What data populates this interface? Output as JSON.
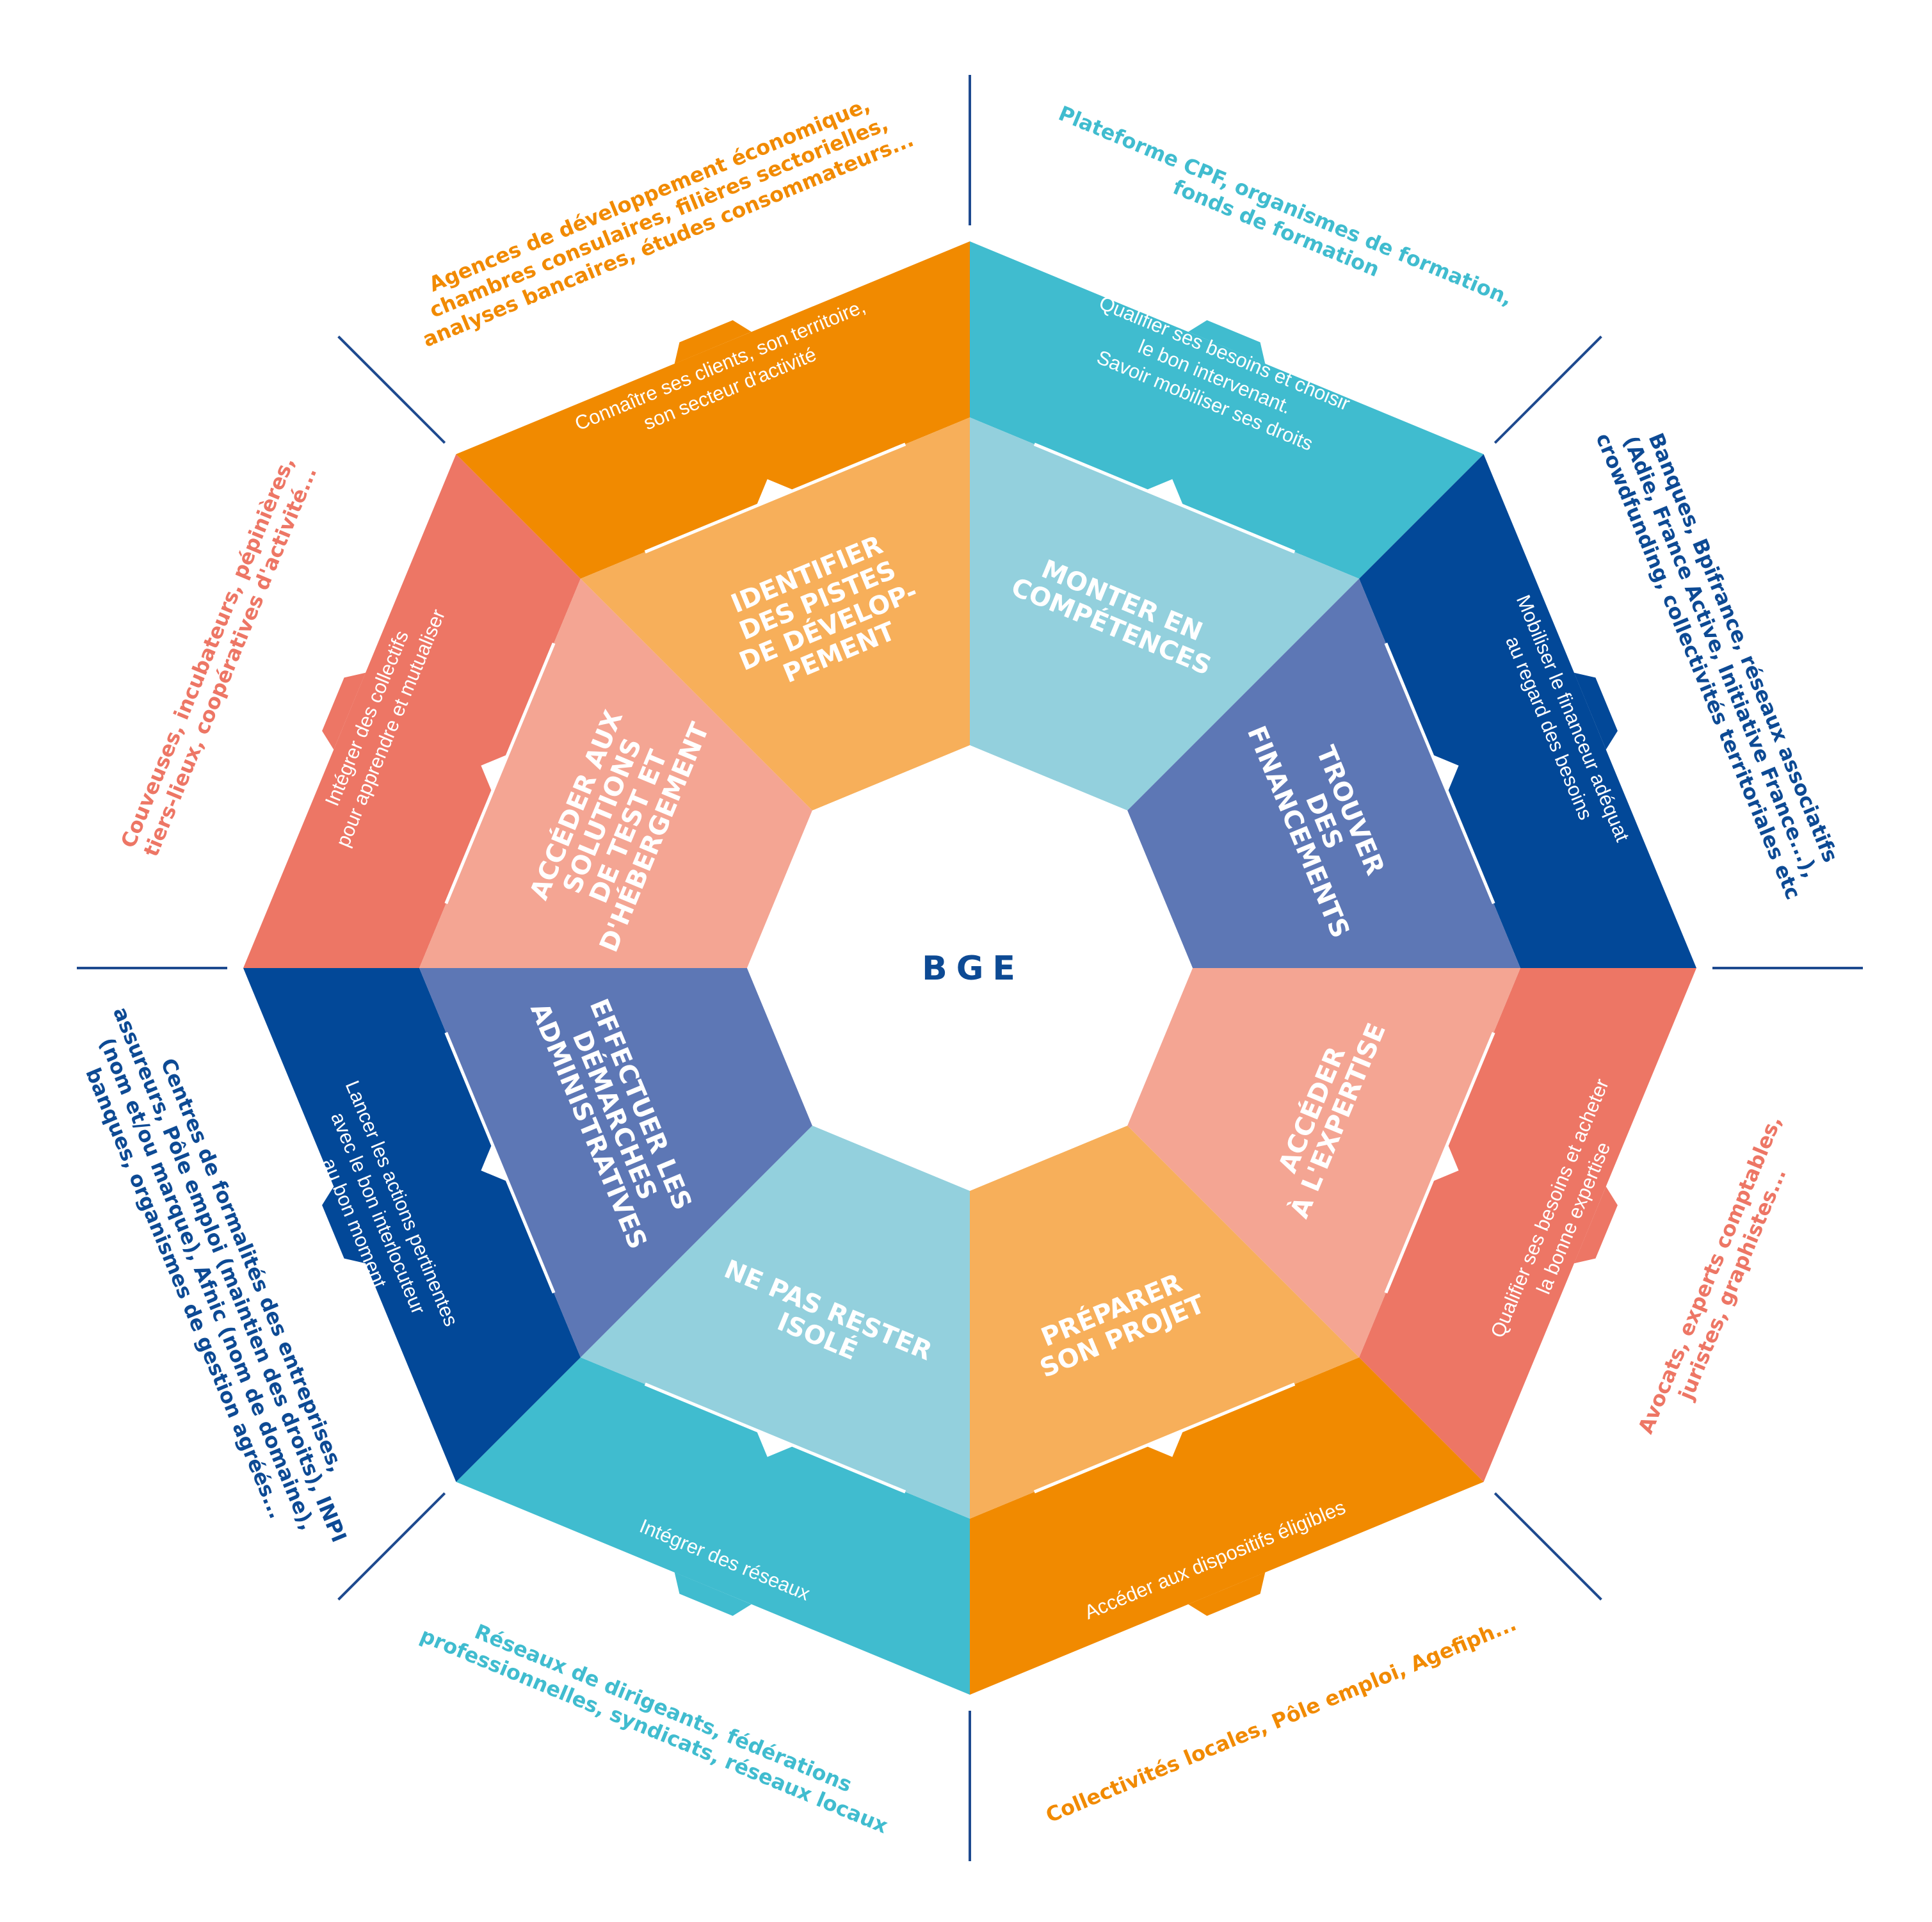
{
  "center_label": "BGE",
  "colors": {
    "divider": "#1e4a8f",
    "white": "#ffffff"
  },
  "segments": [
    {
      "id": "competences",
      "title": [
        "MONTER EN",
        "COMPÉTENCES"
      ],
      "action": [
        "Qualifier ses besoins et choisir",
        "le bon intervenant.",
        "Savoir mobiliser ses droits"
      ],
      "partners": [
        "Plateforme CPF, organismes de formation,",
        "fonds de formation"
      ],
      "inner_color": "#93d0dd",
      "mid_color": "#40bccf",
      "partner_color": "#40bccf"
    },
    {
      "id": "financements",
      "title": [
        "TROUVER",
        "DES",
        "FINANCEMENTS"
      ],
      "action": [
        "Mobiliser le financeur adéquat",
        "au regard des besoins"
      ],
      "partners": [
        "Banques, Bpifrance, réseaux associatifs",
        "(Adie, France Active, Initiative France...),",
        "crowdfunding, collectivités territoriales etc"
      ],
      "inner_color": "#5d77b5",
      "mid_color": "#024898",
      "partner_color": "#0d4a94"
    },
    {
      "id": "expertise",
      "title": [
        "ACCÉDER",
        "À L'EXPERTISE"
      ],
      "action": [
        "Qualifier ses besoins et acheter",
        "la bonne expertise"
      ],
      "partners": [
        "Avocats, experts comptables,",
        "juristes, graphistes..."
      ],
      "inner_color": "#f4a593",
      "mid_color": "#ed7665",
      "partner_color": "#ed7665"
    },
    {
      "id": "projet",
      "title": [
        "PRÉPARER",
        "SON PROJET"
      ],
      "action": [
        "Accéder aux dispositifs éligibles"
      ],
      "partners": [
        "Collectivités locales, Pôle emploi, Agefiph..."
      ],
      "inner_color": "#f7af5a",
      "mid_color": "#f18a00",
      "partner_color": "#f18a00"
    },
    {
      "id": "isole",
      "title": [
        "NE PAS RESTER",
        "ISOLÉ"
      ],
      "action": [
        "Intégrer des réseaux"
      ],
      "partners": [
        "Réseaux de dirigeants, fédérations",
        "professionnelles, syndicats, réseaux locaux"
      ],
      "inner_color": "#93d0dd",
      "mid_color": "#40bccf",
      "partner_color": "#40bccf"
    },
    {
      "id": "demarches",
      "title": [
        "EFFECTUER LES",
        "DÉMARCHES",
        "ADMINISTRATIVES"
      ],
      "action": [
        "Lancer les actions pertinentes",
        "avec le bon interlocuteur",
        "au bon moment"
      ],
      "partners": [
        "Centres de formalités des entreprises,",
        "assureurs, Pôle emploi (maintien des droits), INPI",
        "(nom et/ou marque), Afnic (nom de domaine),",
        "banques, organismes de gestion agréés..."
      ],
      "inner_color": "#5d77b5",
      "mid_color": "#024898",
      "partner_color": "#0d4a94"
    },
    {
      "id": "hebergement",
      "title": [
        "ACCÉDER AUX",
        "SOLUTIONS",
        "DE TEST ET",
        "D'HÉBERGEMENT"
      ],
      "action": [
        "Intégrer des collectifs",
        "pour apprendre et mutualiser"
      ],
      "partners": [
        "Couveuses, incubateurs, pépinières,",
        "tiers-lieux, coopératives d'activité..."
      ],
      "inner_color": "#f4a593",
      "mid_color": "#ed7665",
      "partner_color": "#ed7665"
    },
    {
      "id": "developpement",
      "title": [
        "IDENTIFIER",
        "DES PISTES",
        "DE DÉVELOP-",
        "PEMENT"
      ],
      "action": [
        "Connaître ses clients, son territoire,",
        "son secteur d'activité"
      ],
      "partners": [
        "Agences de développement économique,",
        "chambres consulaires, filières sectorielles,",
        "analyses bancaires, études consommateurs..."
      ],
      "inner_color": "#f7af5a",
      "mid_color": "#f18a00",
      "partner_color": "#f18a00"
    }
  ]
}
